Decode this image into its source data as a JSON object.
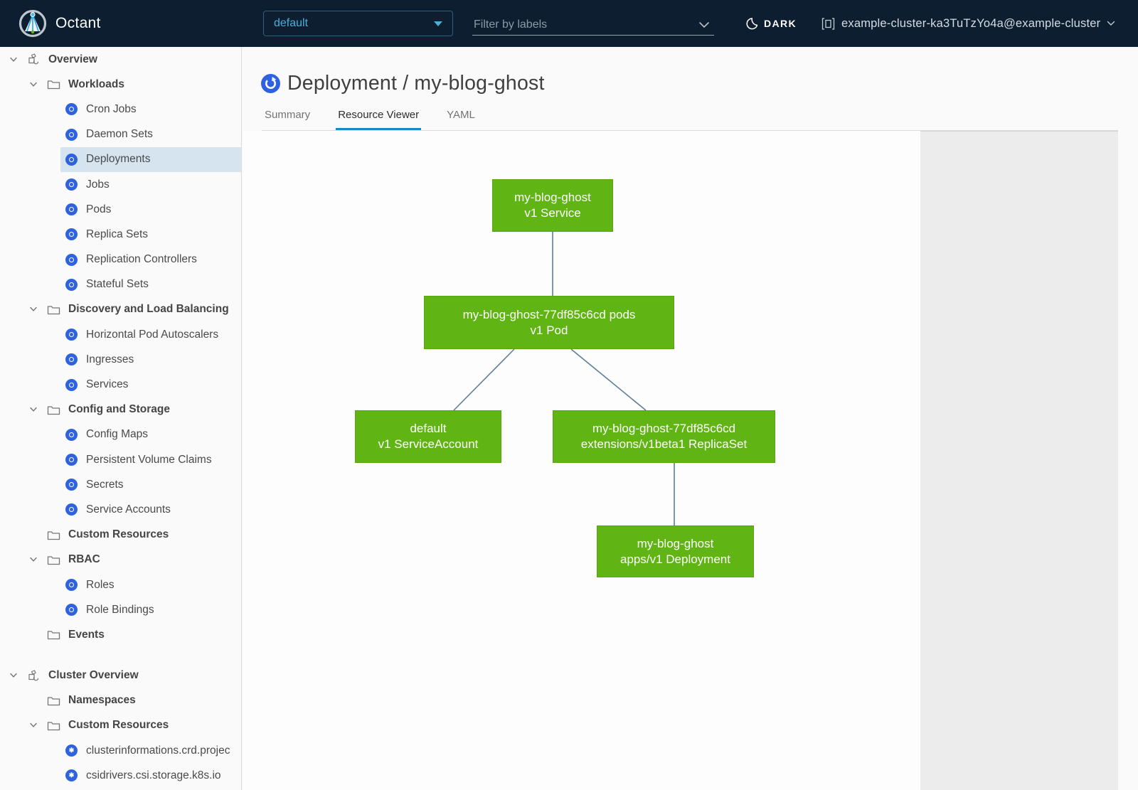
{
  "header": {
    "brand": "Octant",
    "namespace_dropdown": {
      "value": "default"
    },
    "filter": {
      "placeholder": "Filter by labels"
    },
    "theme_toggle": {
      "label": "DARK"
    },
    "context": {
      "label": "example-cluster-ka3TuTzYo4a@example-cluster"
    }
  },
  "sidebar": {
    "items": [
      {
        "label": "Overview",
        "level": 0,
        "kind": "section",
        "expanded": true,
        "icon": "applications-icon"
      },
      {
        "label": "Workloads",
        "level": 1,
        "kind": "category",
        "expanded": true,
        "icon": "folder-icon"
      },
      {
        "label": "Cron Jobs",
        "level": 2,
        "kind": "resource",
        "icon": "cronjob-icon"
      },
      {
        "label": "Daemon Sets",
        "level": 2,
        "kind": "resource",
        "icon": "daemonset-icon"
      },
      {
        "label": "Deployments",
        "level": 2,
        "kind": "resource",
        "selected": true,
        "icon": "deployment-icon"
      },
      {
        "label": "Jobs",
        "level": 2,
        "kind": "resource",
        "icon": "job-icon"
      },
      {
        "label": "Pods",
        "level": 2,
        "kind": "resource",
        "icon": "pod-icon"
      },
      {
        "label": "Replica Sets",
        "level": 2,
        "kind": "resource",
        "icon": "replicaset-icon"
      },
      {
        "label": "Replication Controllers",
        "level": 2,
        "kind": "resource",
        "icon": "replication-controller-icon"
      },
      {
        "label": "Stateful Sets",
        "level": 2,
        "kind": "resource",
        "icon": "statefulset-icon"
      },
      {
        "label": "Discovery and Load Balancing",
        "level": 1,
        "kind": "category",
        "expanded": true,
        "icon": "folder-icon"
      },
      {
        "label": "Horizontal Pod Autoscalers",
        "level": 2,
        "kind": "resource",
        "icon": "hpa-icon"
      },
      {
        "label": "Ingresses",
        "level": 2,
        "kind": "resource",
        "icon": "ingress-icon"
      },
      {
        "label": "Services",
        "level": 2,
        "kind": "resource",
        "icon": "service-icon"
      },
      {
        "label": "Config and Storage",
        "level": 1,
        "kind": "category",
        "expanded": true,
        "icon": "folder-icon"
      },
      {
        "label": "Config Maps",
        "level": 2,
        "kind": "resource",
        "icon": "configmap-icon"
      },
      {
        "label": "Persistent Volume Claims",
        "level": 2,
        "kind": "resource",
        "icon": "pvc-icon"
      },
      {
        "label": "Secrets",
        "level": 2,
        "kind": "resource",
        "icon": "secret-icon"
      },
      {
        "label": "Service Accounts",
        "level": 2,
        "kind": "resource",
        "icon": "serviceaccount-icon"
      },
      {
        "label": "Custom Resources",
        "level": 1,
        "kind": "category",
        "expanded": false,
        "icon": "folder-icon"
      },
      {
        "label": "RBAC",
        "level": 1,
        "kind": "category",
        "expanded": true,
        "icon": "folder-icon"
      },
      {
        "label": "Roles",
        "level": 2,
        "kind": "resource",
        "icon": "role-icon"
      },
      {
        "label": "Role Bindings",
        "level": 2,
        "kind": "resource",
        "icon": "rolebinding-icon"
      },
      {
        "label": "Events",
        "level": 1,
        "kind": "category",
        "expanded": false,
        "icon": "folder-icon"
      },
      {
        "label": "Cluster Overview",
        "level": 0,
        "kind": "section",
        "expanded": true,
        "icon": "applications-icon"
      },
      {
        "label": "Namespaces",
        "level": 1,
        "kind": "category",
        "expanded": false,
        "icon": "folder-icon"
      },
      {
        "label": "Custom Resources",
        "level": 1,
        "kind": "category",
        "expanded": true,
        "icon": "folder-icon"
      },
      {
        "label": "clusterinformations.crd.projec",
        "level": 2,
        "kind": "resource",
        "icon": "crd-icon"
      },
      {
        "label": "csidrivers.csi.storage.k8s.io",
        "level": 2,
        "kind": "resource",
        "icon": "crd-icon"
      }
    ]
  },
  "main": {
    "title": {
      "text": "Deployment / my-blog-ghost",
      "icon": "deployment-icon"
    },
    "tabs": [
      {
        "label": "Summary",
        "active": false
      },
      {
        "label": "Resource Viewer",
        "active": true
      },
      {
        "label": "YAML",
        "active": false
      }
    ]
  },
  "graph": {
    "nodes": [
      {
        "id": "service",
        "line1": "my-blog-ghost",
        "line2": "v1 Service"
      },
      {
        "id": "pods",
        "line1": "my-blog-ghost-77df85c6cd pods",
        "line2": "v1 Pod"
      },
      {
        "id": "serviceaccount",
        "line1": "default",
        "line2": "v1 ServiceAccount"
      },
      {
        "id": "replicaset",
        "line1": "my-blog-ghost-77df85c6cd",
        "line2": "extensions/v1beta1 ReplicaSet"
      },
      {
        "id": "deployment",
        "line1": "my-blog-ghost",
        "line2": "apps/v1 Deployment"
      }
    ],
    "edges": [
      {
        "from": "service",
        "to": "pods"
      },
      {
        "from": "pods",
        "to": "serviceaccount"
      },
      {
        "from": "pods",
        "to": "replicaset"
      },
      {
        "from": "replicaset",
        "to": "deployment"
      }
    ],
    "node_status": "ok"
  },
  "colors": {
    "header_bg": "#0c1e2f",
    "accent_blue": "#49afd9",
    "tab_underline": "#1789c5",
    "node_green": "#60b515",
    "edge_blue_gray": "#5f7c98",
    "badge_blue": "#2e62de",
    "selected_row_bg": "#d6e4ef"
  },
  "icons": [
    "octant-logo",
    "applications-icon",
    "folder-icon",
    "chevron-down-icon",
    "caret-down-icon",
    "moon-icon",
    "window-icon",
    "k8s-resource-badge",
    "crd-icon",
    "deployment-icon"
  ]
}
